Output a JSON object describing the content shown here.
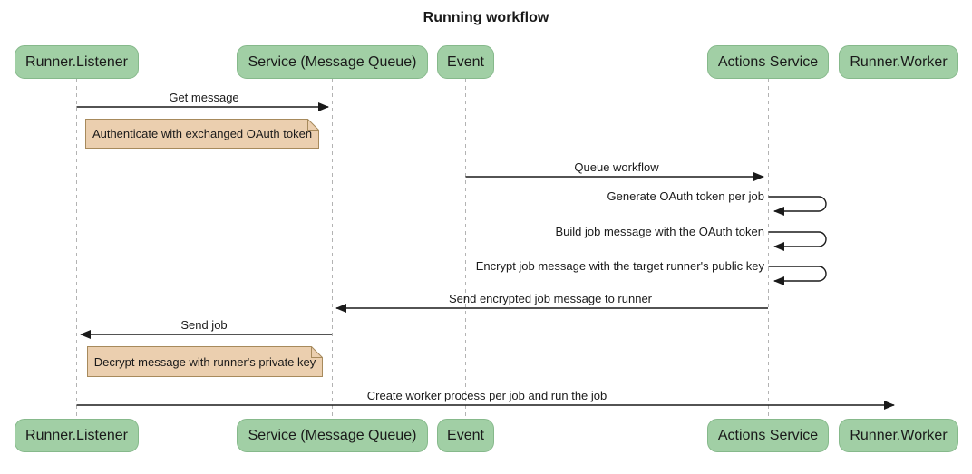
{
  "title": "Running workflow",
  "actors": [
    {
      "label": "Runner.Listener"
    },
    {
      "label": "Service (Message Queue)"
    },
    {
      "label": "Event"
    },
    {
      "label": "Actions Service"
    },
    {
      "label": "Runner.Worker"
    }
  ],
  "messages": [
    {
      "label": "Get message",
      "from": "Runner.Listener",
      "to": "Service (Message Queue)",
      "type": "solid-arrow"
    },
    {
      "label": "Queue workflow",
      "from": "Event",
      "to": "Actions Service",
      "type": "solid-arrow"
    },
    {
      "label": "Generate OAuth token per job",
      "from": "Actions Service",
      "to": "Actions Service",
      "type": "self"
    },
    {
      "label": "Build job message with the OAuth token",
      "from": "Actions Service",
      "to": "Actions Service",
      "type": "self"
    },
    {
      "label": "Encrypt job message with the target runner's public key",
      "from": "Actions Service",
      "to": "Actions Service",
      "type": "self"
    },
    {
      "label": "Send encrypted job message to runner",
      "from": "Actions Service",
      "to": "Service (Message Queue)",
      "type": "solid-arrow"
    },
    {
      "label": "Send job",
      "from": "Service (Message Queue)",
      "to": "Runner.Listener",
      "type": "solid-arrow"
    },
    {
      "label": "Create worker process per job and run the job",
      "from": "Runner.Listener",
      "to": "Runner.Worker",
      "type": "solid-arrow"
    }
  ],
  "notes": [
    {
      "label": "Authenticate with exchanged OAuth token",
      "position": "right of Runner.Listener"
    },
    {
      "label": "Decrypt message with runner's private key",
      "position": "right of Runner.Listener"
    }
  ],
  "colors": {
    "actor_fill": "#a1cfa5",
    "actor_border": "#86b98b",
    "note_fill": "#ebcfaf",
    "note_border": "#a78a5c",
    "lifeline": "#b3b3b3",
    "text": "#1a1a1a"
  }
}
